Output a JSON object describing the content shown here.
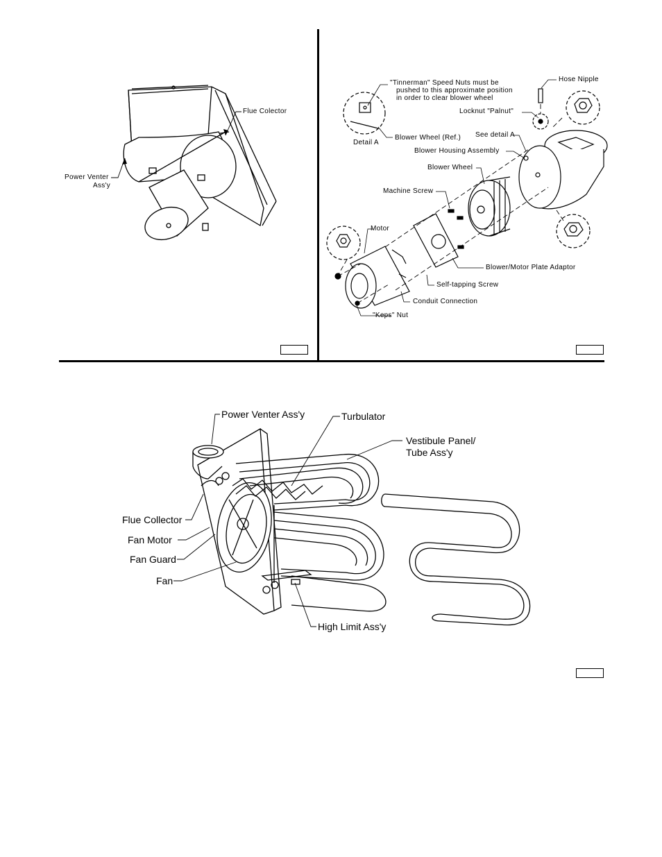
{
  "figure_left": {
    "labels": {
      "flue_collector": "Flue Colector",
      "power_venter_l1": "Power Venter",
      "power_venter_l2": "Ass'y"
    }
  },
  "figure_right": {
    "labels": {
      "tinnerman_l1": "\"Tinnerman\" Speed Nuts must be",
      "tinnerman_l2": "pushed to this approximate position",
      "tinnerman_l3": "in order to clear blower wheel",
      "hose_nipple": "Hose Nipple",
      "locknut": "Locknut \"Palnut\"",
      "detail_a": "Detail A",
      "blower_wheel_ref": "Blower Wheel (Ref.)",
      "see_detail_a": "See detail A",
      "blower_housing": "Blower Housing Assembly",
      "blower_wheel": "Blower Wheel",
      "machine_screw": "Machine Screw",
      "motor": "Motor",
      "plate_adaptor": "Blower/Motor Plate Adaptor",
      "self_tapping": "Self-tapping Screw",
      "conduit": "Conduit Connection",
      "keps_nut": "\"Keps\" Nut"
    }
  },
  "figure_bottom": {
    "labels": {
      "power_venter": "Power Venter Ass'y",
      "turbulator": "Turbulator",
      "vestibule_l1": "Vestibule Panel/",
      "vestibule_l2": "Tube Ass'y",
      "flue_collector": "Flue Collector",
      "fan_motor": "Fan Motor",
      "fan_guard": "Fan Guard",
      "fan": "Fan",
      "high_limit": "High Limit Ass'y"
    }
  },
  "colors": {
    "ink": "#000000",
    "paper": "#ffffff"
  }
}
